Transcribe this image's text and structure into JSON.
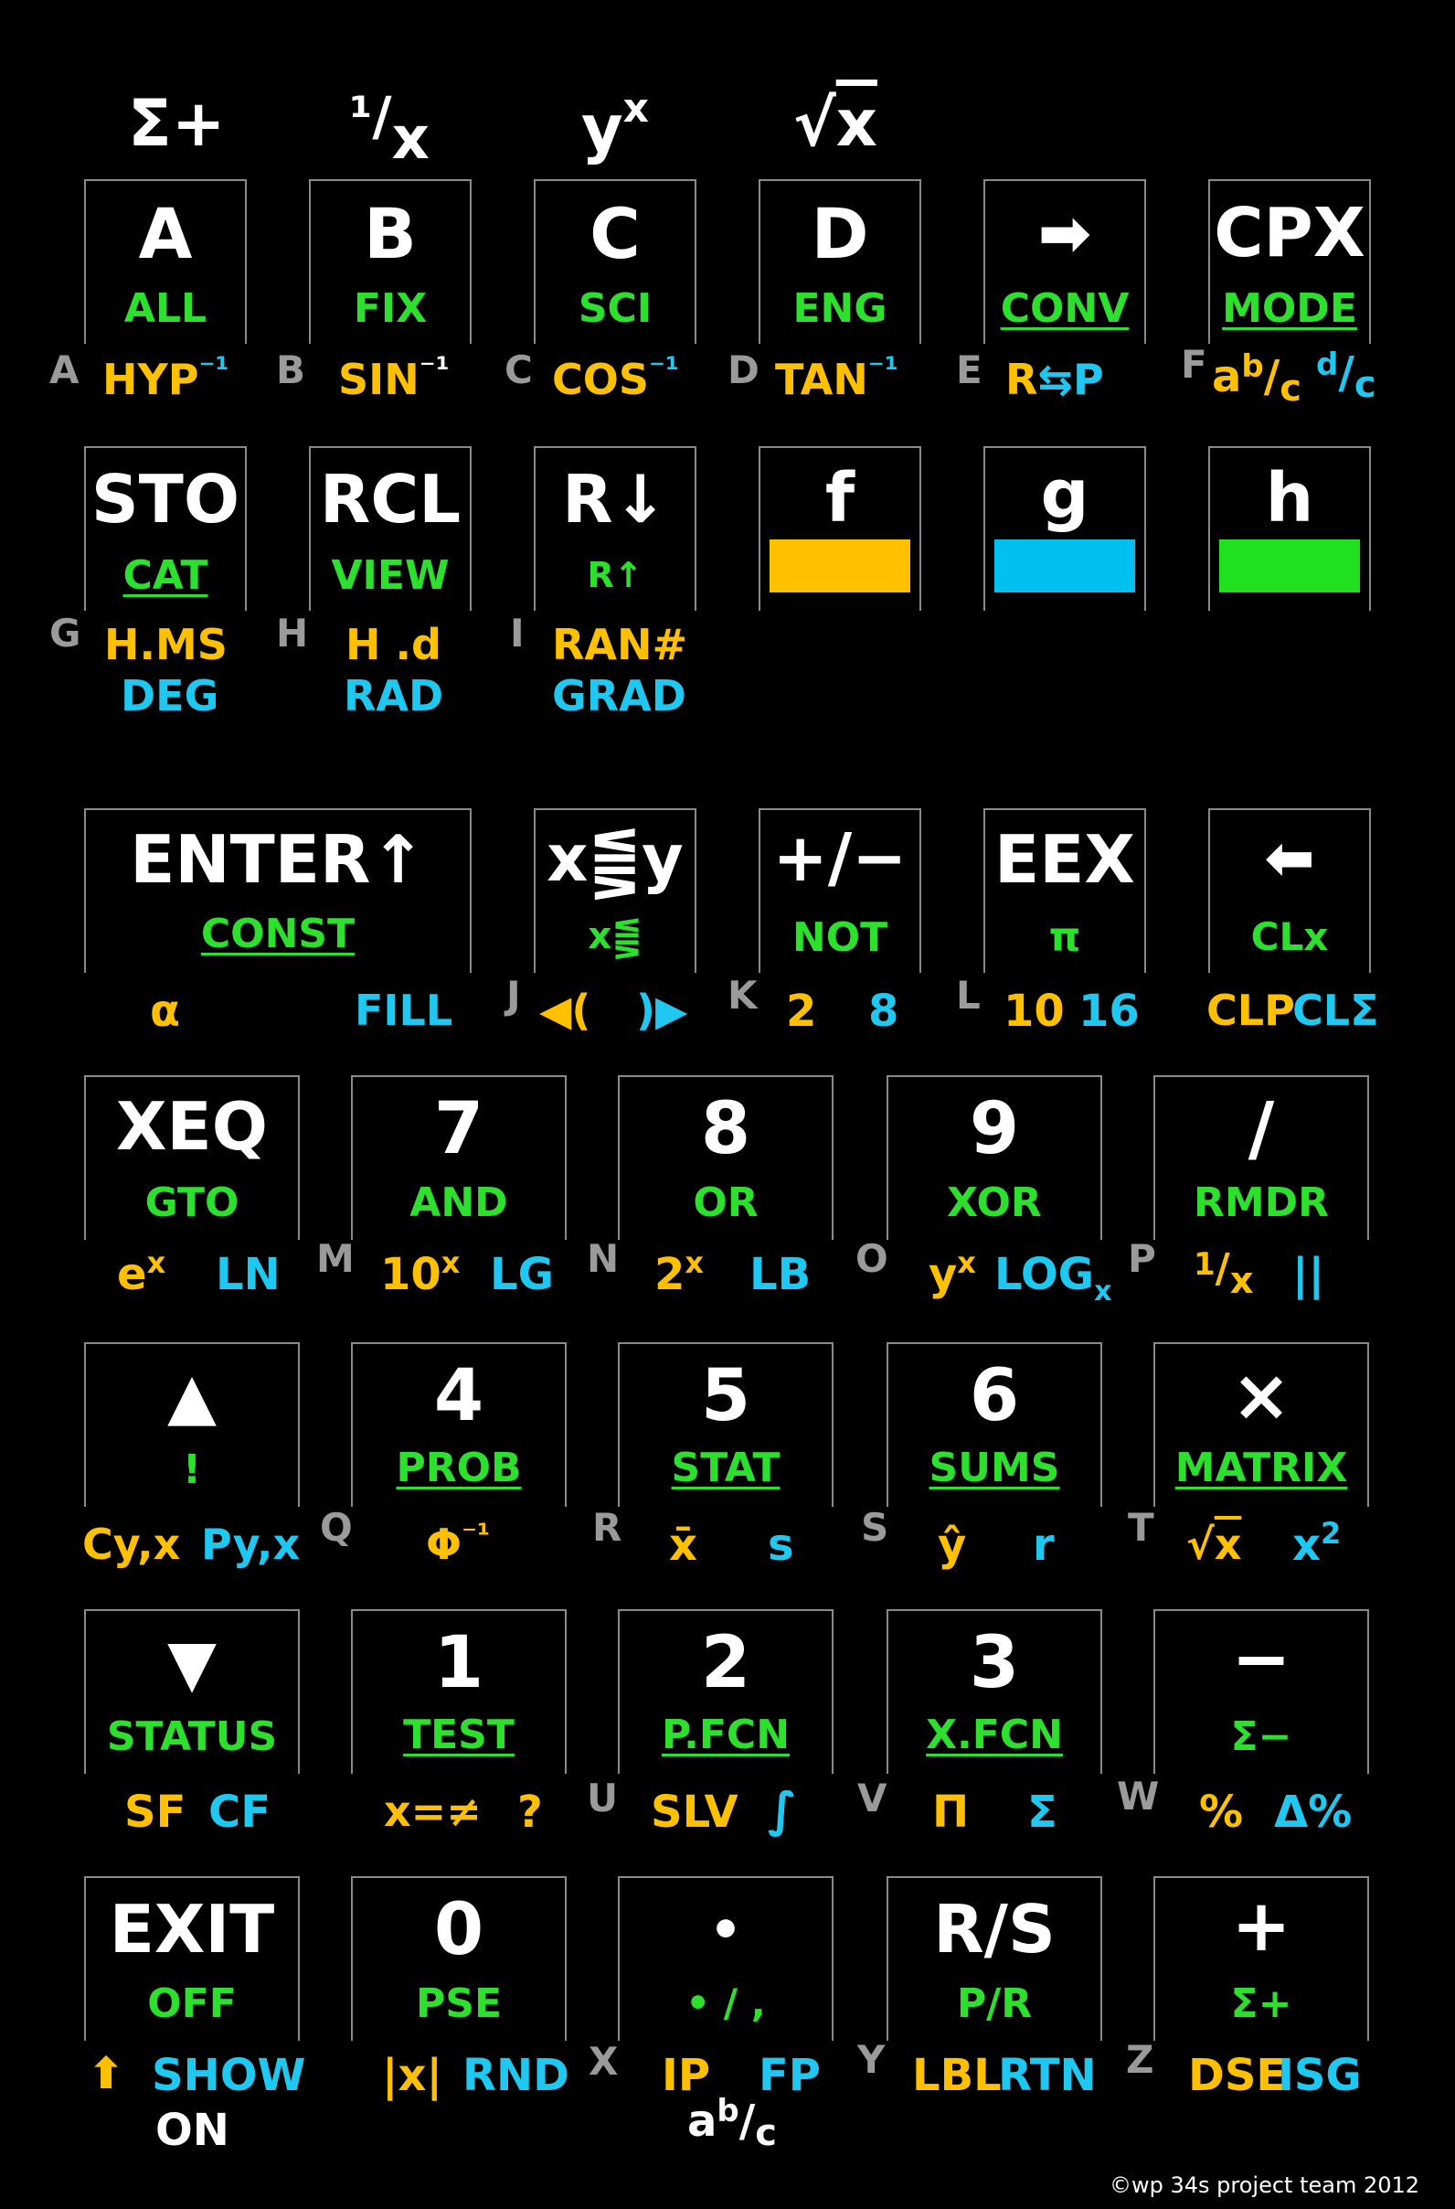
{
  "top_row": [
    "Σ+",
    "1/x",
    "yx",
    "√x"
  ],
  "row1": [
    {
      "main": "A",
      "sub": "ALL",
      "f": "HYP⁻¹",
      "letter": "A"
    },
    {
      "main": "B",
      "sub": "FIX",
      "f": "SIN⁻¹",
      "letter": "B"
    },
    {
      "main": "C",
      "sub": "SCI",
      "f": "COS⁻¹",
      "letter": "C"
    },
    {
      "main": "D",
      "sub": "ENG",
      "f": "TAN⁻¹",
      "letter": "D"
    },
    {
      "main": "➡",
      "sub": "CONV",
      "f": "R⇆P",
      "letter": "E"
    },
    {
      "main": "CPX",
      "sub": "MODE",
      "f": "ab/c",
      "g": "d/c",
      "letter": "F"
    }
  ],
  "row2": [
    {
      "main": "STO",
      "sub": "CAT",
      "f": "H.MS",
      "g": "DEG",
      "letter": "G"
    },
    {
      "main": "RCL",
      "sub": "VIEW",
      "f": "H .d",
      "g": "RAD",
      "letter": "H"
    },
    {
      "main": "R↓",
      "sub": "R↑",
      "f": "RAN#",
      "g": "GRAD",
      "letter": "I"
    },
    {
      "main": "f"
    },
    {
      "main": "g"
    },
    {
      "main": "h"
    }
  ],
  "row3": [
    {
      "main": "ENTER↑",
      "sub": "CONST",
      "f": "α",
      "g": "FILL"
    },
    {
      "main": "x⪋y",
      "sub": "x⪋",
      "f": "◀(",
      "g": ")▶",
      "letter": "J"
    },
    {
      "main": "+/−",
      "sub": "NOT",
      "f": "2",
      "g": "8",
      "letter": "K"
    },
    {
      "main": "EEX",
      "sub": "π",
      "f": "10",
      "g": "16",
      "letter": "L"
    },
    {
      "main": "⬅",
      "sub": "CLx",
      "f": "CLP",
      "g": "CLΣ"
    }
  ],
  "row4": [
    {
      "main": "XEQ",
      "sub": "GTO",
      "f": "ex",
      "g": "LN"
    },
    {
      "main": "7",
      "sub": "AND",
      "f": "10x",
      "g": "LG",
      "letter": "M"
    },
    {
      "main": "8",
      "sub": "OR",
      "f": "2x",
      "g": "LB",
      "letter": "N"
    },
    {
      "main": "9",
      "sub": "XOR",
      "f": "yx",
      "g": "LOGx",
      "letter": "O"
    },
    {
      "main": "/",
      "sub": "RMDR",
      "f": "1/x",
      "g": "||",
      "letter": "P"
    }
  ],
  "row5": [
    {
      "main": "▲",
      "sub": "!",
      "f": "Cy,x",
      "g": "Py,x"
    },
    {
      "main": "4",
      "sub": "PROB",
      "f": "Φ⁻¹",
      "letter": "Q"
    },
    {
      "main": "5",
      "sub": "STAT",
      "f": "x̄",
      "g": "s",
      "letter": "R"
    },
    {
      "main": "6",
      "sub": "SUMS",
      "f": "ŷ",
      "g": "r",
      "letter": "S"
    },
    {
      "main": "×",
      "sub": "MATRIX",
      "f": "√x",
      "g": "x²",
      "letter": "T"
    }
  ],
  "row6": [
    {
      "main": "▼",
      "sub": "STATUS",
      "f": "SF",
      "g": "CF"
    },
    {
      "main": "1",
      "sub": "TEST",
      "f": "x=≠",
      "f2": "?"
    },
    {
      "main": "2",
      "sub": "P.FCN",
      "f": "SLV",
      "g": "∫",
      "letter": "U"
    },
    {
      "main": "3",
      "sub": "X.FCN",
      "f": "Π",
      "g": "Σ",
      "letter": "V"
    },
    {
      "main": "−",
      "sub": "Σ−",
      "f": "%",
      "g": "Δ%",
      "letter": "W"
    }
  ],
  "row7": [
    {
      "main": "EXIT",
      "sub": "OFF",
      "f": "⬆",
      "g": "SHOW",
      "w": "ON"
    },
    {
      "main": "0",
      "sub": "PSE",
      "f": "|x|",
      "g": "RND"
    },
    {
      "main": "•",
      "sub": "• / ,",
      "f": "IP",
      "g": "FP",
      "w": "ab/c",
      "letter": "X"
    },
    {
      "main": "R/S",
      "sub": "P/R",
      "f": "LBL",
      "g": "RTN",
      "letter": "Y"
    },
    {
      "main": "+",
      "sub": "Σ+",
      "f": "DSE",
      "g": "ISG",
      "letter": "Z"
    }
  ],
  "copyright": "©wp 34s project team 2012",
  "colors": {
    "f_shift": "#ffc000",
    "g_shift": "#1ec8f0",
    "h_shift": "#2ee02e",
    "letter": "#9a9a9a"
  }
}
